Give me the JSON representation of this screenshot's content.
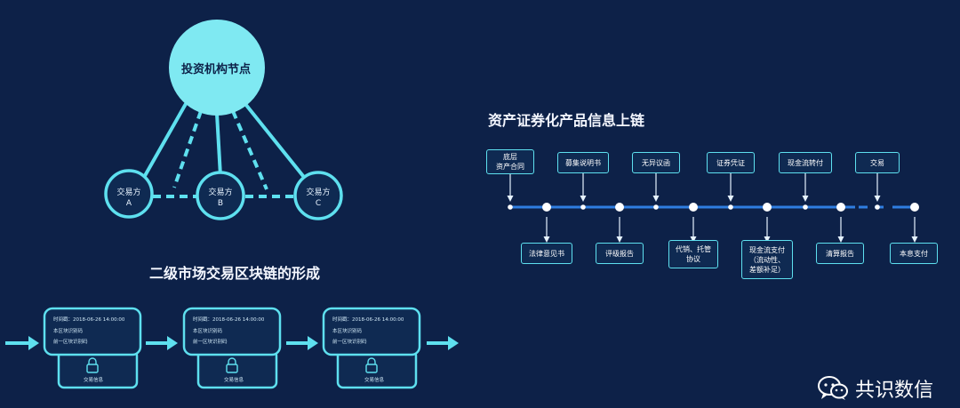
{
  "network": {
    "hub_label": "投资机构节点",
    "parties": [
      {
        "line1": "交易方",
        "line2": "A"
      },
      {
        "line1": "交易方",
        "line2": "B"
      },
      {
        "line1": "交易方",
        "line2": "C"
      }
    ],
    "title": "二级市场交易区块链的形成"
  },
  "blockchain": {
    "blocks": [
      {
        "time": "时间戳：2018-06-26  14:00:00",
        "hash_current": "本区块识别码",
        "hash_prev": "前一区块识别码",
        "footer": "交易信息"
      },
      {
        "time": "时间戳：2018-06-26  14:00:00",
        "hash_current": "本区块识别码",
        "hash_prev": "前一区块识别码",
        "footer": "交易信息"
      },
      {
        "time": "时间戳：2018-06-26  14:00:00",
        "hash_current": "本区块识别码",
        "hash_prev": "前一区块识别码",
        "footer": "交易信息"
      }
    ]
  },
  "timeline": {
    "title": "资产证券化产品信息上链",
    "top_items": [
      {
        "lines": [
          "底层",
          "资产合同"
        ]
      },
      {
        "lines": [
          "募集说明书"
        ]
      },
      {
        "lines": [
          "无异议函"
        ]
      },
      {
        "lines": [
          "证券凭证"
        ]
      },
      {
        "lines": [
          "现金流转付"
        ]
      },
      {
        "lines": [
          "交易"
        ]
      }
    ],
    "bottom_items": [
      {
        "lines": [
          "法律意见书"
        ]
      },
      {
        "lines": [
          "评级报告"
        ]
      },
      {
        "lines": [
          "代销、托管",
          "协议"
        ]
      },
      {
        "lines": [
          "现金流支付",
          "（流动性、",
          "差额补足）"
        ]
      },
      {
        "lines": [
          "清算报告"
        ]
      },
      {
        "lines": [
          "本息支付"
        ]
      }
    ]
  },
  "watermark": {
    "text": "共识数信",
    "icon": "wechat-icon"
  },
  "colors": {
    "background": "#0d2148",
    "accent": "#5ee0ef",
    "line_blue": "#2f7de0"
  }
}
